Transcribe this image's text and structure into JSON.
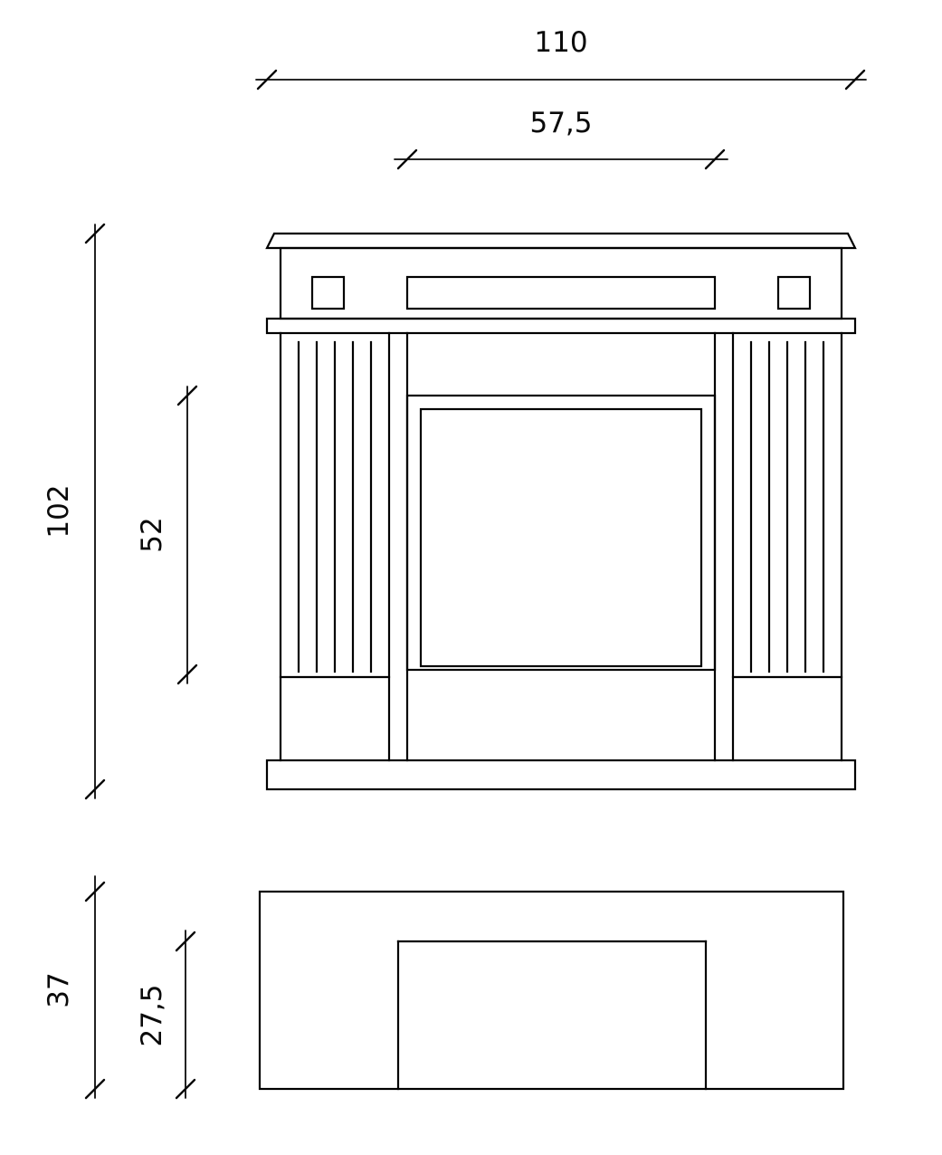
{
  "page": {
    "background": "#ffffff",
    "line_color": "#000000"
  },
  "drawing": {
    "type": "technical-drawing",
    "subject": "fireplace mantel surround - front elevation and plan view",
    "views": {
      "front_elevation": {
        "dim_total_width": "110",
        "dim_opening_width": "57,5",
        "dim_total_height": "102",
        "dim_opening_height": "52"
      },
      "plan_view": {
        "dim_total_depth": "37",
        "dim_opening_depth": "27,5"
      }
    }
  }
}
